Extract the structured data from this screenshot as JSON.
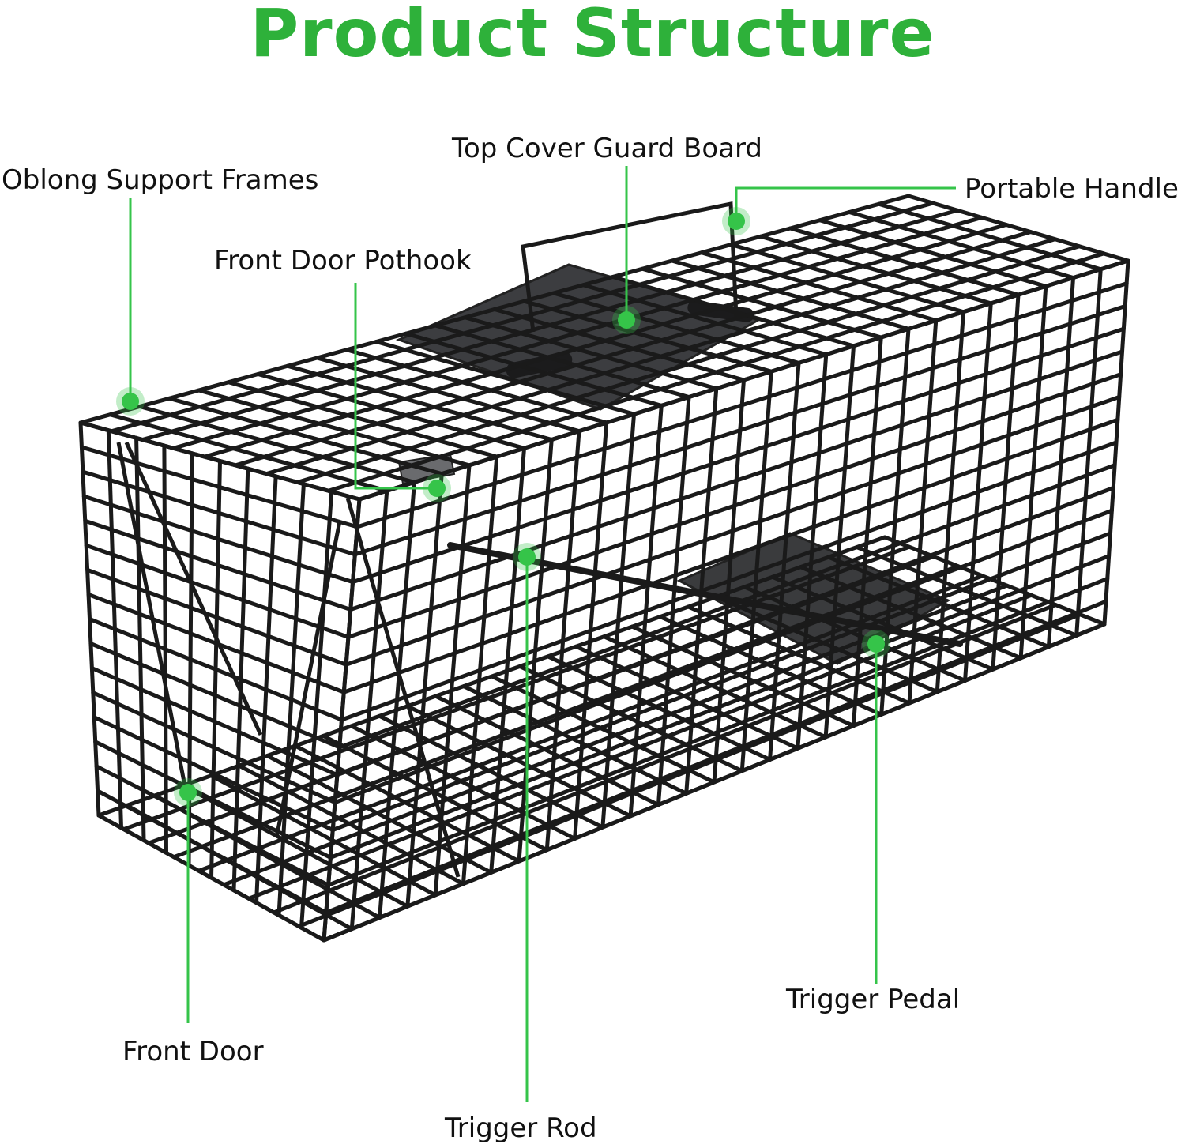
{
  "title": "Product Structure",
  "accent_color": "#2eb13a",
  "callout_color": "#35c44a",
  "wire_color": "#1a1a1a",
  "plate_color": "#3a3b3d",
  "labels": {
    "top_cover_guard_board": "Top Cover Guard Board",
    "oblong_support_frames": "Oblong Support Frames",
    "portable_handle": "Portable Handle",
    "front_door_pothook": "Front Door Pothook",
    "trigger_pedal": "Trigger Pedal",
    "front_door": "Front Door",
    "trigger_rod": "Trigger Rod"
  }
}
